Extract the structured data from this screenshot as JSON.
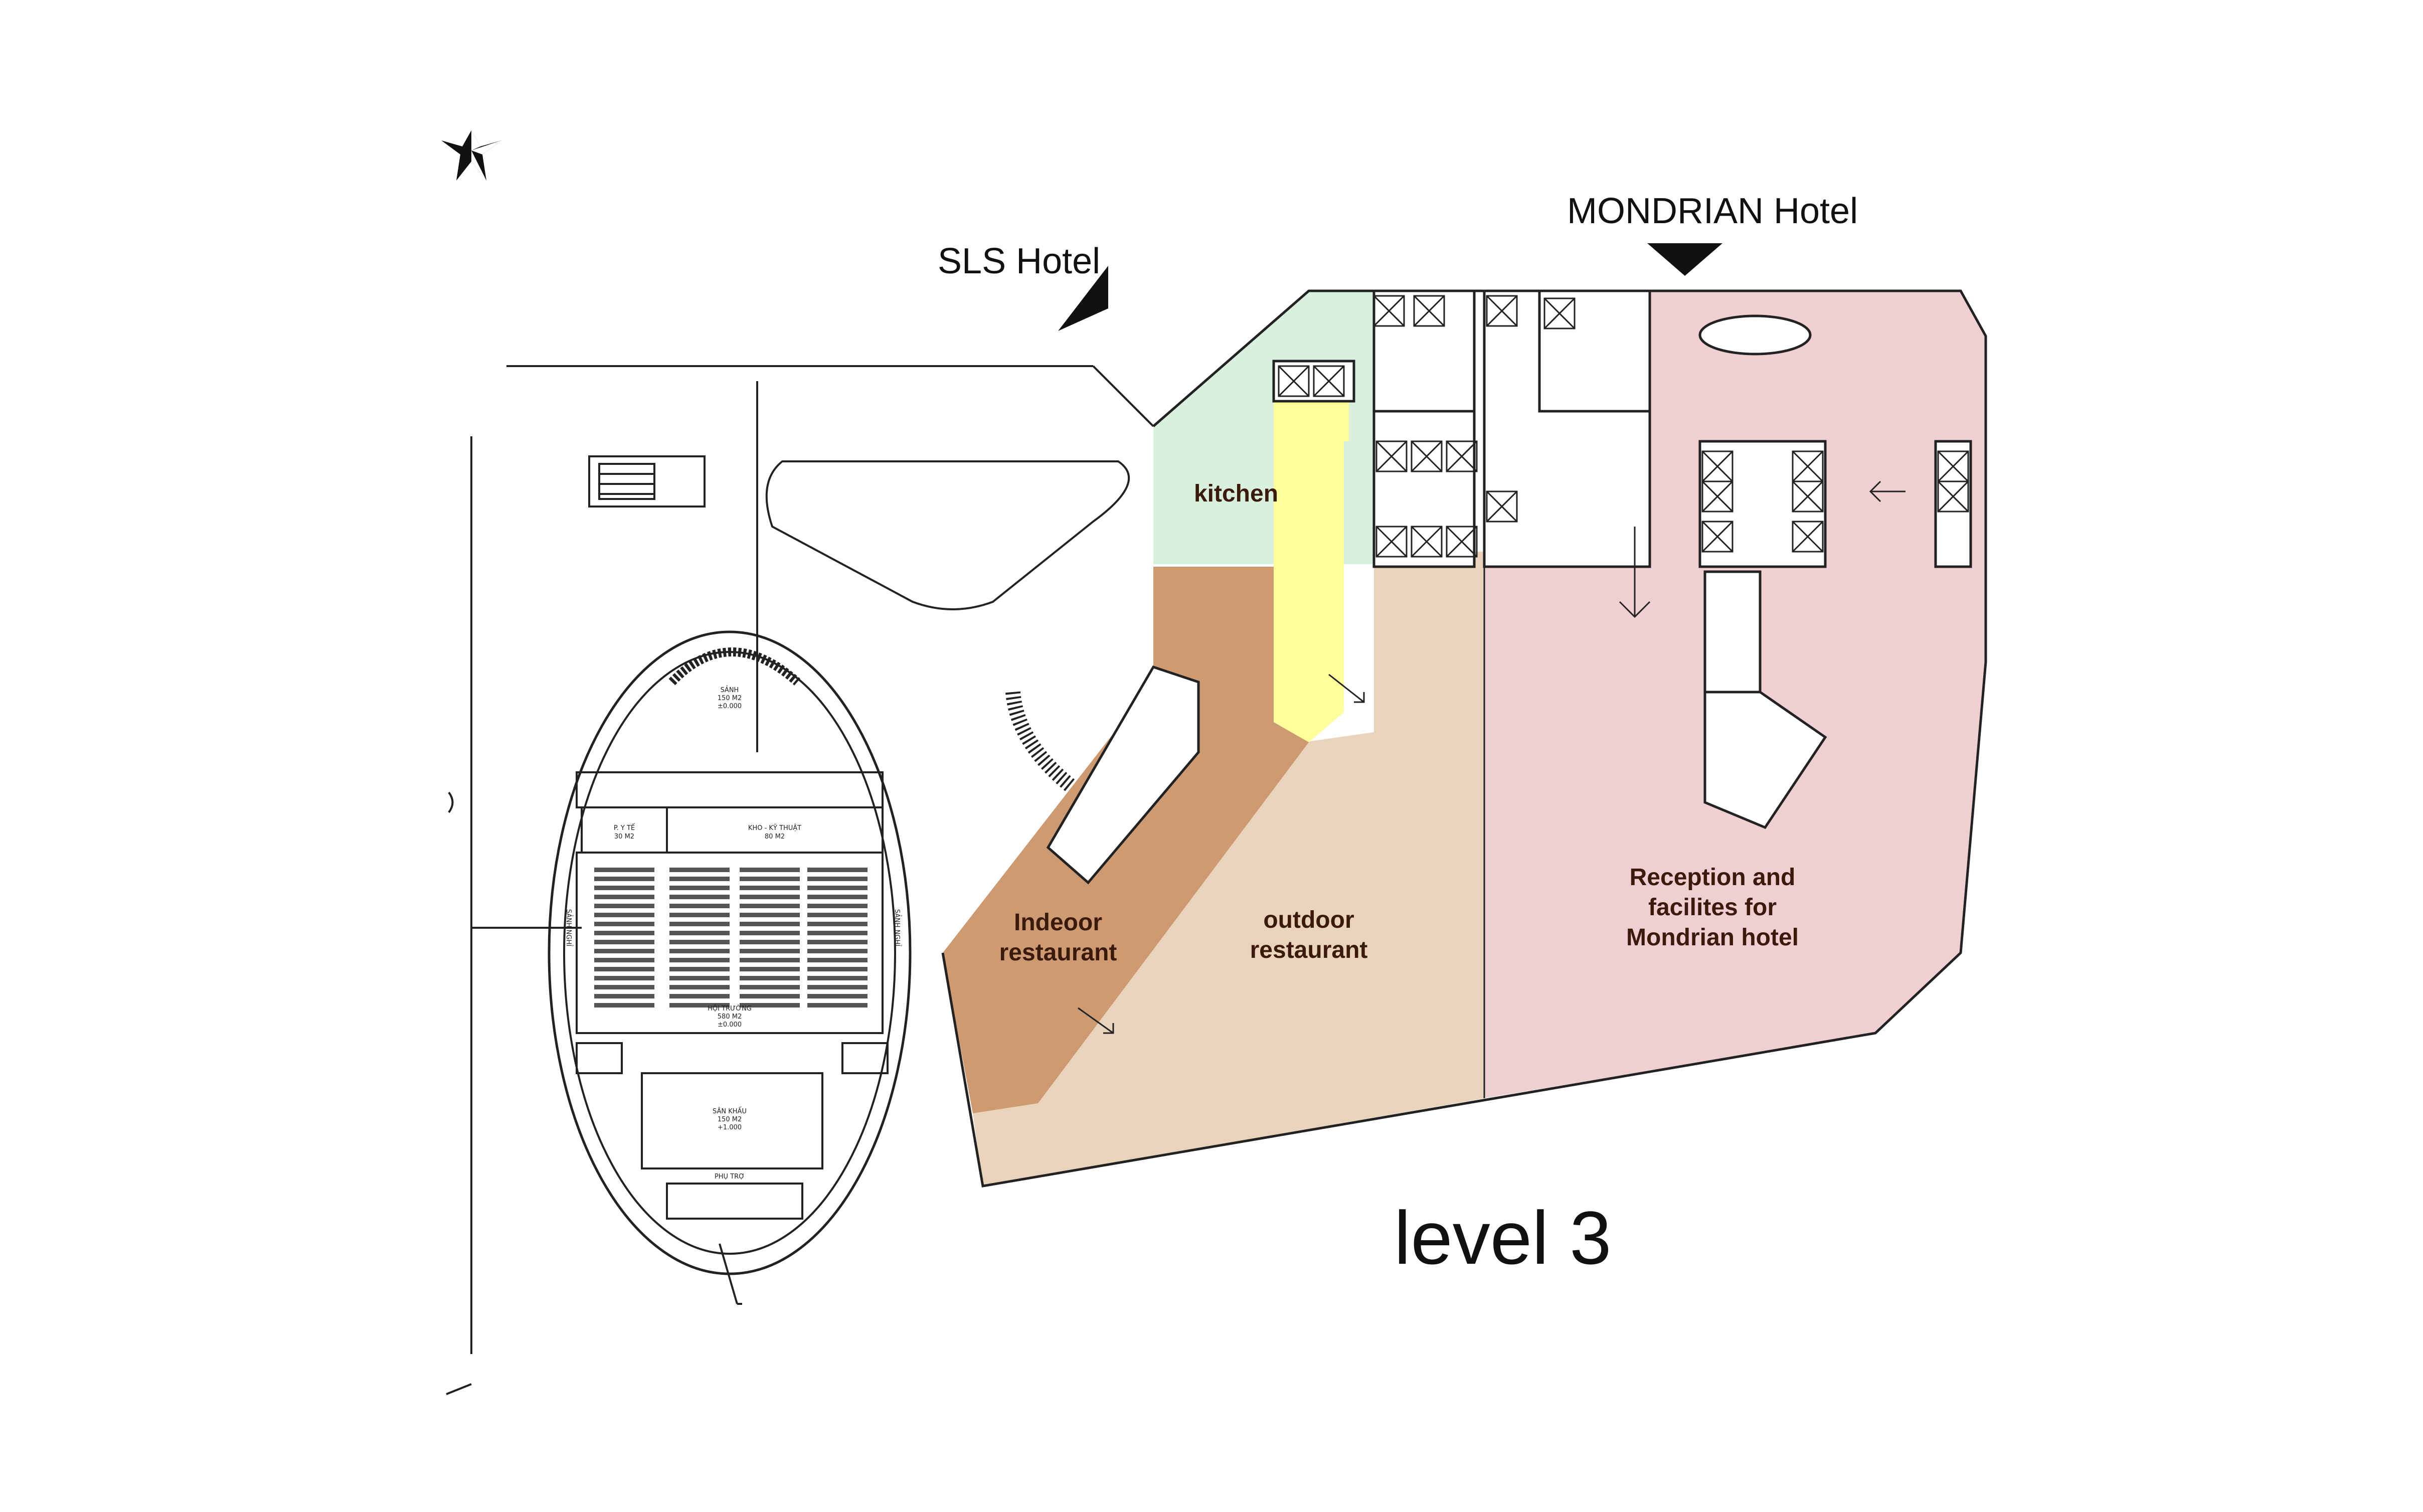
{
  "hotels": {
    "sls": "SLS Hotel",
    "mondrian": "MONDRIAN Hotel"
  },
  "zones": {
    "kitchen": "kitchen",
    "indoor_restaurant": [
      "Indeoor",
      "restaurant"
    ],
    "outdoor_restaurant": [
      "outdoor",
      "restaurant"
    ],
    "reception": [
      "Reception and",
      "facilites for",
      "Mondrian hotel"
    ]
  },
  "level_label": "level 3",
  "hall": {
    "lobby": [
      "SẢNH",
      "150 M2",
      "±0.000"
    ],
    "medical": [
      "P. Y TẾ",
      "30 M2"
    ],
    "storage": [
      "KHO - KỸ THUẬT",
      "80 M2"
    ],
    "auditorium": [
      "HỘI TRƯỜNG",
      "580 M2",
      "±0.000"
    ],
    "stage": [
      "SÂN KHẤU",
      "150 M2",
      "+1.000"
    ],
    "aux": "PHỤ TRỢ",
    "side_left": "SẢNH NGHỈ",
    "side_right": "SẢNH NGHỈ"
  },
  "colors": {
    "kitchen": "#d8f0dd",
    "yellow_zone": "#ffff99",
    "indoor": "#cd9a72",
    "outdoor": "#ead3bb",
    "reception": "#f0cfd2"
  }
}
